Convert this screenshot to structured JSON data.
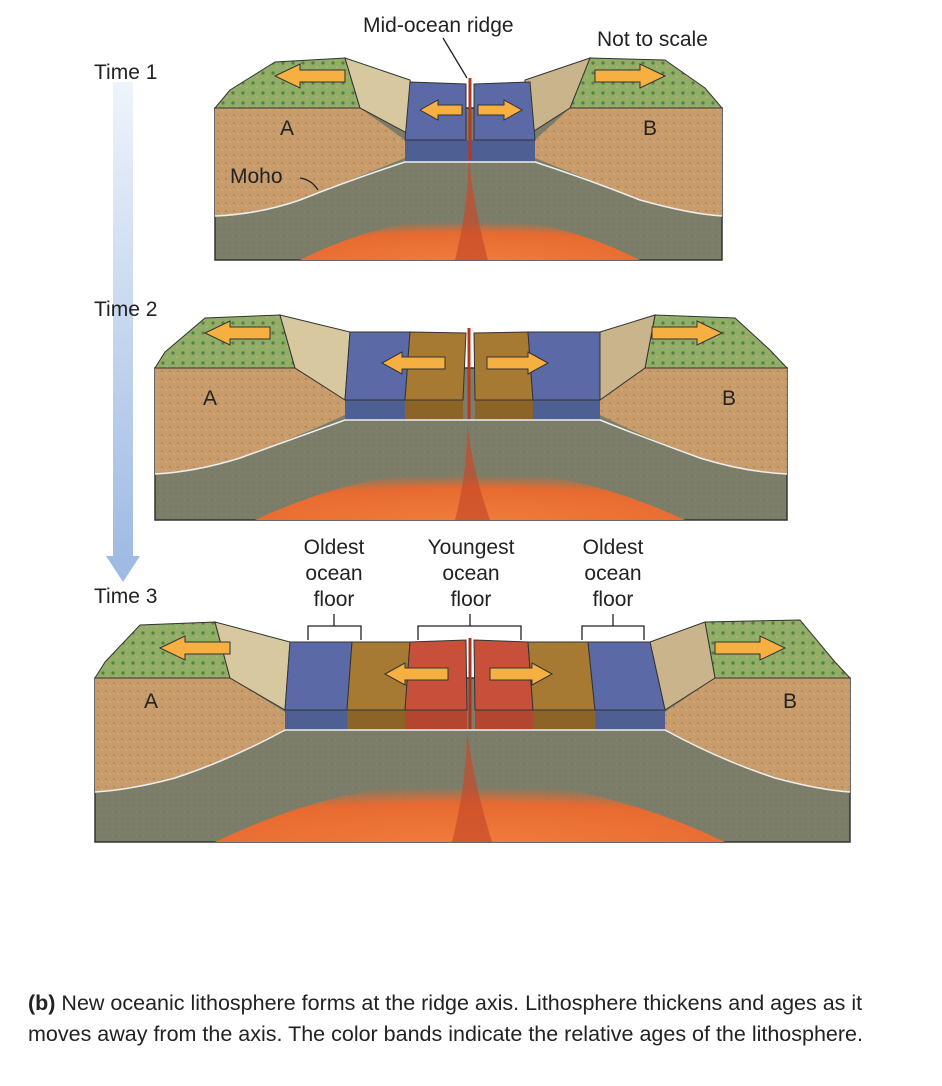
{
  "labels": {
    "mid_ocean_ridge": "Mid-ocean ridge",
    "not_to_scale": "Not to scale",
    "time1": "Time 1",
    "time2": "Time 2",
    "time3": "Time 3",
    "moho": "Moho",
    "plate_a": "A",
    "plate_b": "B",
    "oldest_left": [
      "Oldest",
      "ocean",
      "floor"
    ],
    "youngest": [
      "Youngest",
      "ocean",
      "floor"
    ],
    "oldest_right": [
      "Oldest",
      "ocean",
      "floor"
    ]
  },
  "caption": {
    "tag": "(b)",
    "text": " New oceanic lithosphere forms at the ridge axis. Lithosphere thickens and ages as it moves away from the axis. The color bands indicate the relative ages of the lithosphere."
  },
  "colors": {
    "oldest_band": "#5b6aa6",
    "middle_band": "#a77a33",
    "youngest_band": "#c8503a",
    "continental_crust": "#c89a6a",
    "mantle": "#7d7f6a",
    "magma": "#e8743a",
    "land_surface": "#8fb06a",
    "time_arrow": "#a8c3e6",
    "spreading_arrow": "#f5b041"
  }
}
